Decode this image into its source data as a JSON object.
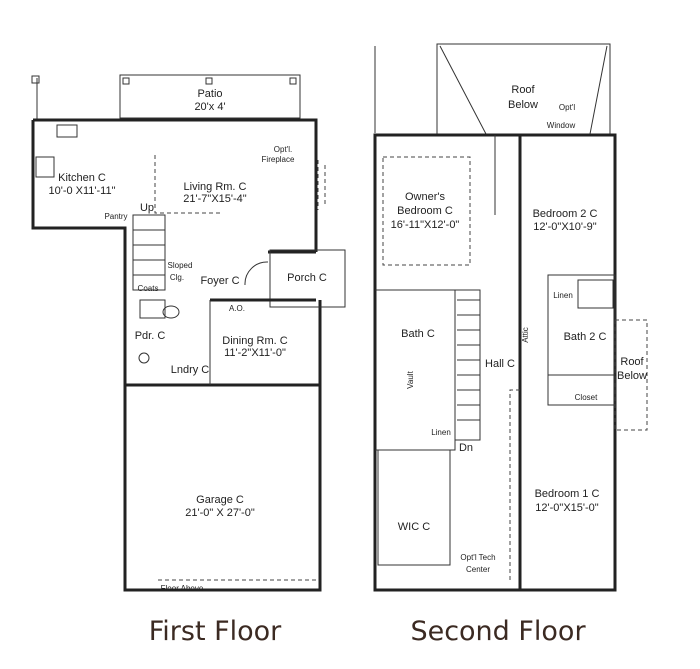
{
  "first_floor": {
    "caption": "First Floor",
    "rooms": {
      "patio": {
        "name": "Patio",
        "size": "20'x 4'"
      },
      "kitchen": {
        "name": "Kitchen C",
        "size": "10'-0 X11'-11\""
      },
      "living": {
        "name": "Living Rm. C",
        "size": "21'-7\"X15'-4\""
      },
      "fireplace": {
        "line1": "Opt'l.",
        "line2": "Fireplace"
      },
      "pantry": "Pantry",
      "up": "Up",
      "sloped": {
        "line1": "Sloped",
        "line2": "Clg."
      },
      "coats": "Coats",
      "foyer": "Foyer C",
      "porch": "Porch C",
      "ao": "A.O.",
      "pdr": "Pdr. C",
      "dining": {
        "name": "Dining Rm. C",
        "size": "11'-2\"X11'-0\""
      },
      "laundry": "Lndry C",
      "garage": {
        "name": "Garage C",
        "size": "21'-0\" X 27'-0\""
      },
      "floor_above": "Floor Above"
    }
  },
  "second_floor": {
    "caption": "Second Floor",
    "rooms": {
      "roof_top": {
        "line1": "Roof",
        "line2": "Below"
      },
      "window": {
        "line1": "Opt'l",
        "line2": "Window"
      },
      "owners": {
        "line1": "Owner's",
        "line2": "Bedroom C",
        "size": "16'-11\"X12'-0\""
      },
      "bedroom2": {
        "name": "Bedroom 2 C",
        "size": "12'-0\"X10'-9\""
      },
      "bath": "Bath C",
      "vault": "Vault",
      "linen": "Linen",
      "hall": "Hall C",
      "attic": "Attic",
      "bath2": "Bath 2 C",
      "linen2": "Linen",
      "roof_right": {
        "line1": "Roof",
        "line2": "Below"
      },
      "closet": "Closet",
      "dn": "Dn",
      "wic": "WIC C",
      "tech": {
        "line1": "Opt'l Tech",
        "line2": "Center"
      },
      "bedroom1": {
        "name": "Bedroom 1 C",
        "size": "12'-0\"X15'-0\""
      }
    }
  }
}
